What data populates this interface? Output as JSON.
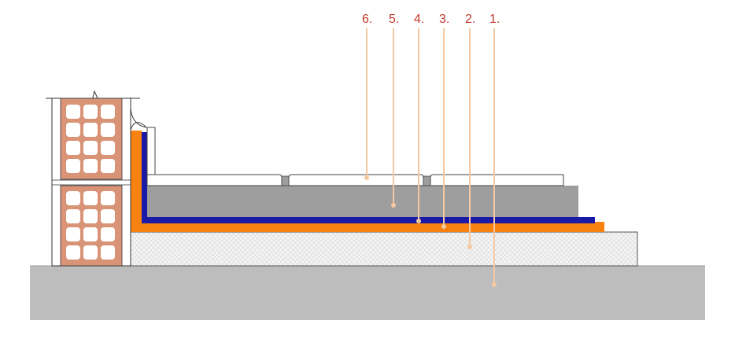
{
  "callouts": [
    {
      "label": "6."
    },
    {
      "label": "5."
    },
    {
      "label": "4."
    },
    {
      "label": "3."
    },
    {
      "label": "2."
    },
    {
      "label": "1."
    }
  ],
  "colors": {
    "callout_text": "#c0392b",
    "leader_line": "#f5c9a0",
    "subfloor": "#bdbdbd",
    "screed": "#f2f2f2",
    "orange_layer": "#f7820f",
    "blue_layer": "#1a1aa6",
    "gray_layer": "#9e9e9e",
    "finish_layer": "#ffffff",
    "brick": "#d99478",
    "brick_void": "#ffffff",
    "outline": "#333333"
  }
}
